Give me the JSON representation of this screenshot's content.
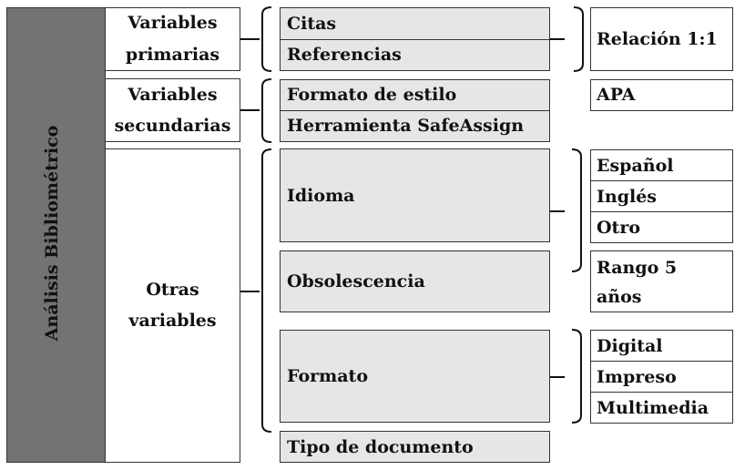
{
  "root": {
    "label": "Análisis Bibliométrico"
  },
  "groups": [
    {
      "label_lines": [
        "Variables",
        "primarias"
      ]
    },
    {
      "label_lines": [
        "Variables",
        "secundarias"
      ]
    },
    {
      "label_lines": [
        "Otras",
        "variables"
      ]
    }
  ],
  "variables": {
    "citas": "Citas",
    "referencias": "Referencias",
    "formato_estilo": "Formato de estilo",
    "safeassign": "Herramienta SafeAssign",
    "idioma": "Idioma",
    "obsolescencia": "Obsolescencia",
    "formato": "Formato",
    "tipo_documento": "Tipo de documento"
  },
  "values": {
    "relacion": "Relación 1:1",
    "apa": "APA",
    "idioma_options": [
      "Español",
      "Inglés",
      "Otro"
    ],
    "rango_lines": [
      "Rango 5",
      "años"
    ],
    "formato_options": [
      "Digital",
      "Impreso",
      "Multimedia"
    ]
  }
}
